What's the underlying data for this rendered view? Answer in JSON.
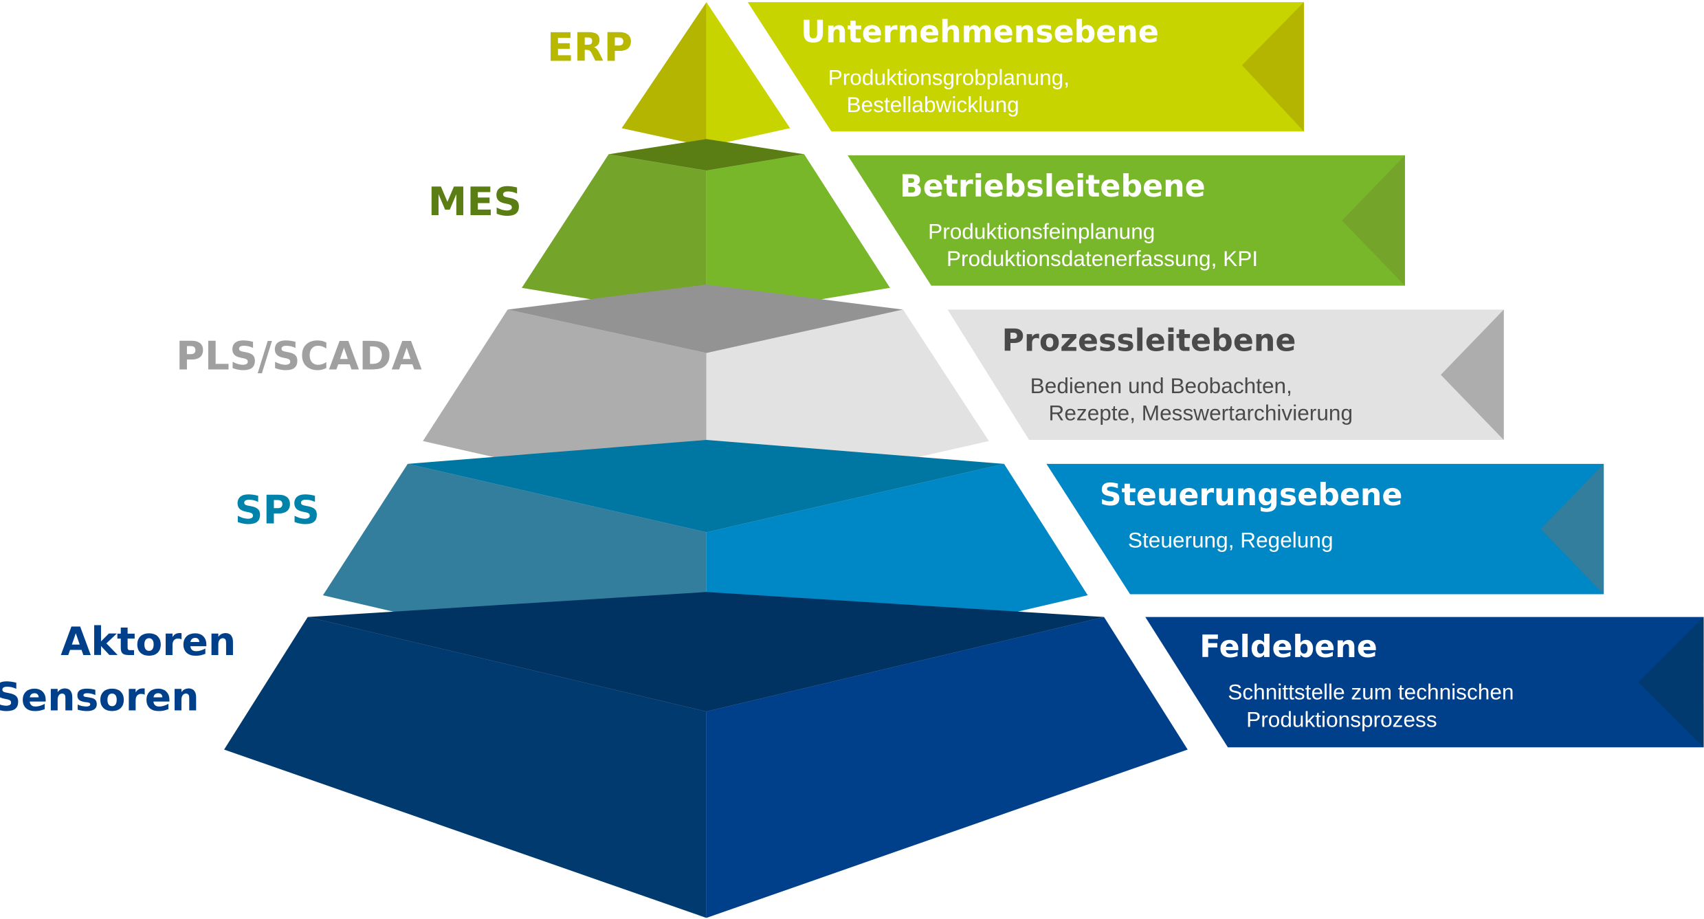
{
  "levels": [
    {
      "label": "ERP",
      "title": "Unternehmensebene",
      "lines": [
        "Produktionsgrobplanung,",
        "Bestellabwicklung"
      ],
      "colors": {
        "light": "#c8d400",
        "dark": "#b4b500",
        "label": "#b8b800",
        "text": "#ffffff"
      }
    },
    {
      "label": "MES",
      "title": "Betriebsleitebene",
      "lines": [
        "Produktionsfeinplanung",
        "Produktionsdatenerfassung, KPI"
      ],
      "colors": {
        "light": "#78b72a",
        "dark": "#74a52a",
        "top": "#5a7d14",
        "label": "#5a7d14",
        "text": "#ffffff"
      }
    },
    {
      "label": "PLS/SCADA",
      "title": "Prozessleitebene",
      "lines": [
        "Bedienen und Beobachten,",
        "Rezepte, Messwertarchivierung"
      ],
      "colors": {
        "light": "#e2e2e2",
        "dark": "#adadad",
        "top": "#939393",
        "label": "#a0a0a0",
        "text": "#4a4a4a"
      }
    },
    {
      "label": "SPS",
      "title": "Steuerungsebene",
      "lines": [
        "Steuerung, Regelung"
      ],
      "colors": {
        "light": "#0087c6",
        "dark": "#337e9d",
        "top": "#0077a2",
        "label": "#0083ab",
        "text": "#ffffff"
      }
    },
    {
      "label_lines": [
        "Aktoren",
        "Sensoren"
      ],
      "title": "Feldebene",
      "lines": [
        "Schnittstelle zum technischen",
        "Produktionsprozess"
      ],
      "colors": {
        "light": "#003f8a",
        "dark": "#003a6e",
        "top": "#003262",
        "label": "#003f8a",
        "text": "#ffffff"
      }
    }
  ]
}
